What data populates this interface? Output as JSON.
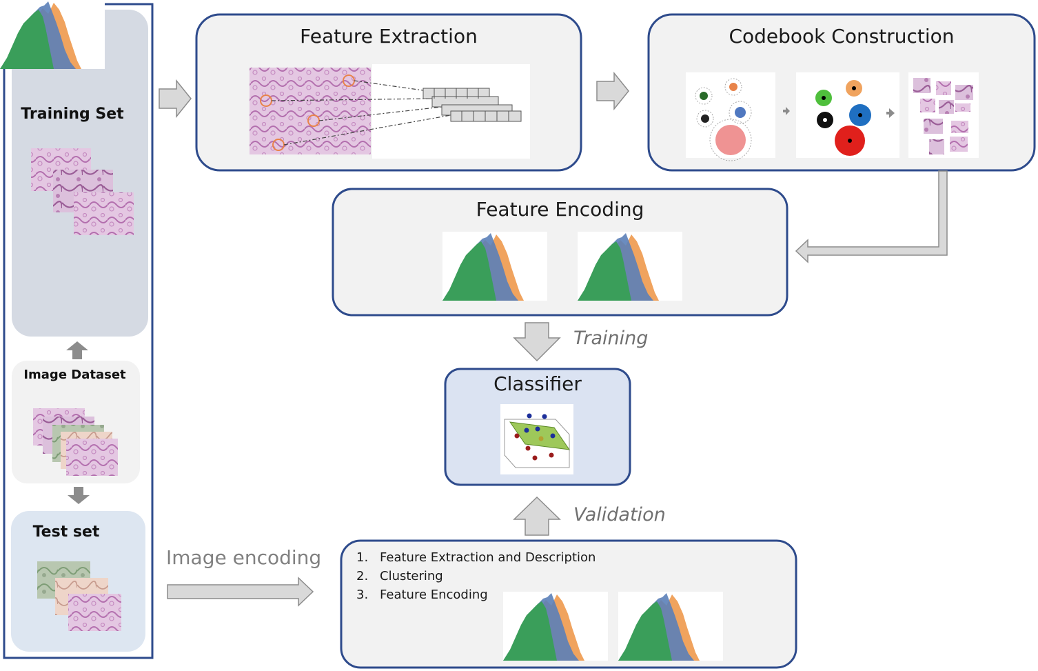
{
  "left_panel": {
    "training_set": "Training Set",
    "image_dataset": "Image Dataset",
    "test_set": "Test set"
  },
  "feature_extraction": {
    "title": "Feature Extraction"
  },
  "codebook_construction": {
    "title": "Codebook Construction"
  },
  "feature_encoding": {
    "title": "Feature Encoding"
  },
  "training_label": "Training",
  "classifier": {
    "title": "Classifier"
  },
  "validation_label": "Validation",
  "image_encoding_label": "Image encoding",
  "encoding_steps": [
    {
      "num": "1.",
      "text": "Feature Extraction and Description"
    },
    {
      "num": "2.",
      "text": "Clustering"
    },
    {
      "num": "3.",
      "text": "Feature Encoding"
    }
  ],
  "colors": {
    "box_border": "#2e4b8c",
    "box_fill": "#f2f2f2",
    "training_fill": "#d5dae3",
    "test_fill": "#dde6f1",
    "classifier_fill": "#dbe3f2",
    "arrow_fill": "#d9d9d9",
    "arrow_stroke": "#8c8c8c",
    "hist_green": "#3a9e5a",
    "hist_blue": "#5b7fb8",
    "hist_orange": "#f0a35e",
    "tissue_pink": "#c98bc4"
  }
}
